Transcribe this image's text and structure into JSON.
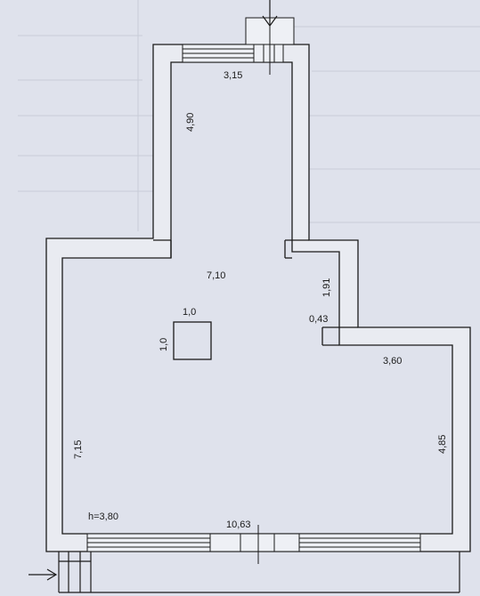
{
  "colors": {
    "paper": "#dfe2ec",
    "wall_fill": "#e9ebf1",
    "line": "#1b1b1b",
    "faint": "#c9ccd8"
  },
  "dimensions": {
    "top_width": "3,15",
    "tower_height": "4,90",
    "main_width": "7,10",
    "notch_height": "1,91",
    "notch_depth": "0,43",
    "column_width": "1,0",
    "column_height": "1,0",
    "right_wing_width": "3,60",
    "left_height": "7,15",
    "right_height": "4,85",
    "ceiling_height": "h=3,80",
    "bottom_length": "10,63"
  },
  "icons": {
    "entrance_arrow_top": "arrow-down-icon",
    "entrance_arrow_bottom": "arrow-right-icon"
  }
}
